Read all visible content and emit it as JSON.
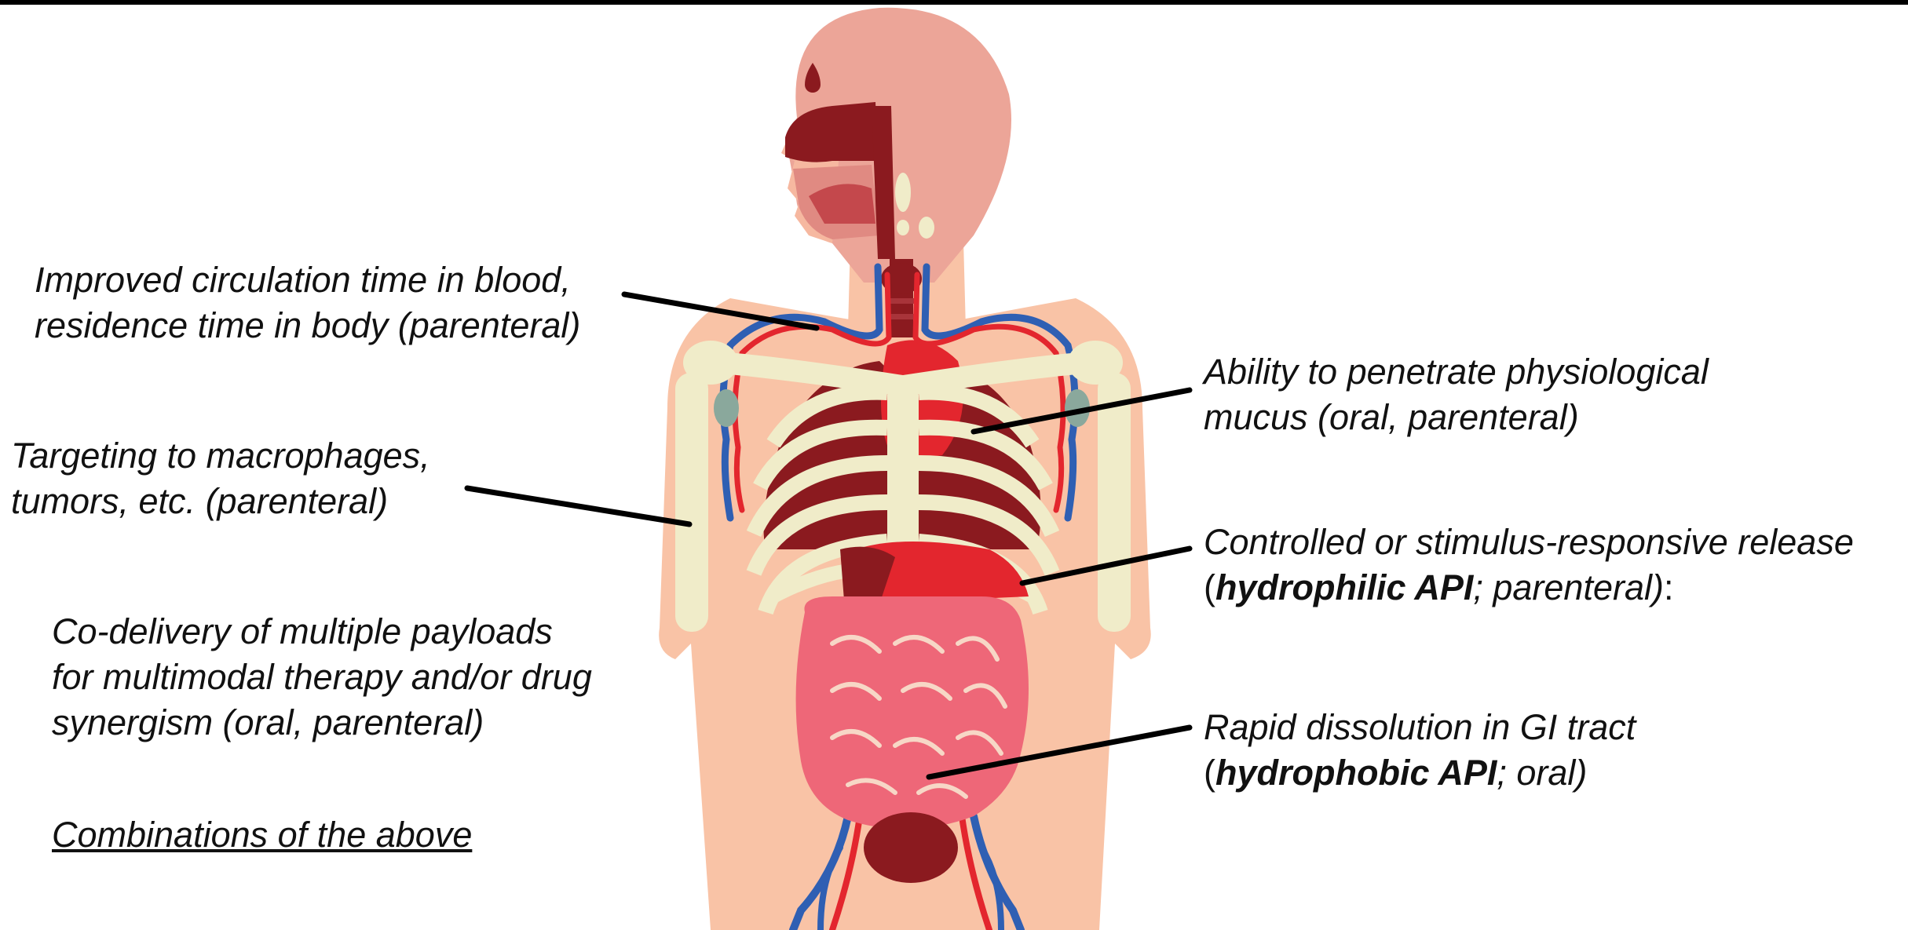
{
  "colors": {
    "skin": "#f9c3a6",
    "head": "#eca598",
    "bone": "#f0ecc9",
    "muscle": "#8b1a1f",
    "blood_red": "#e3262e",
    "vein_blue": "#2f5fb3",
    "intestine": "#ee6778",
    "leader_line": "#000000"
  },
  "labels": {
    "circulation": {
      "line1": "Improved circulation time in blood,",
      "line2": "residence time in body (parenteral)"
    },
    "targeting": {
      "line1": "Targeting to macrophages,",
      "line2": "tumors, etc. (parenteral)"
    },
    "codelivery": {
      "line1": "Co-delivery of multiple payloads",
      "line2": "for multimodal therapy and/or drug",
      "line3": "synergism (oral, parenteral)"
    },
    "combinations": "Combinations of the above",
    "mucus": {
      "line1": "Ability to penetrate physiological",
      "line2": "mucus (oral, parenteral)"
    },
    "controlled": {
      "line1": "Controlled or stimulus-responsive release",
      "line2_open": "(",
      "line2_bold": "hydrophilic API",
      "line2_rest": "; parenteral)",
      "line2_end": ":"
    },
    "dissolution": {
      "line1": "Rapid dissolution in GI tract",
      "line2_open": "(",
      "line2_bold": "hydrophobic API",
      "line2_rest": "; oral)"
    }
  }
}
